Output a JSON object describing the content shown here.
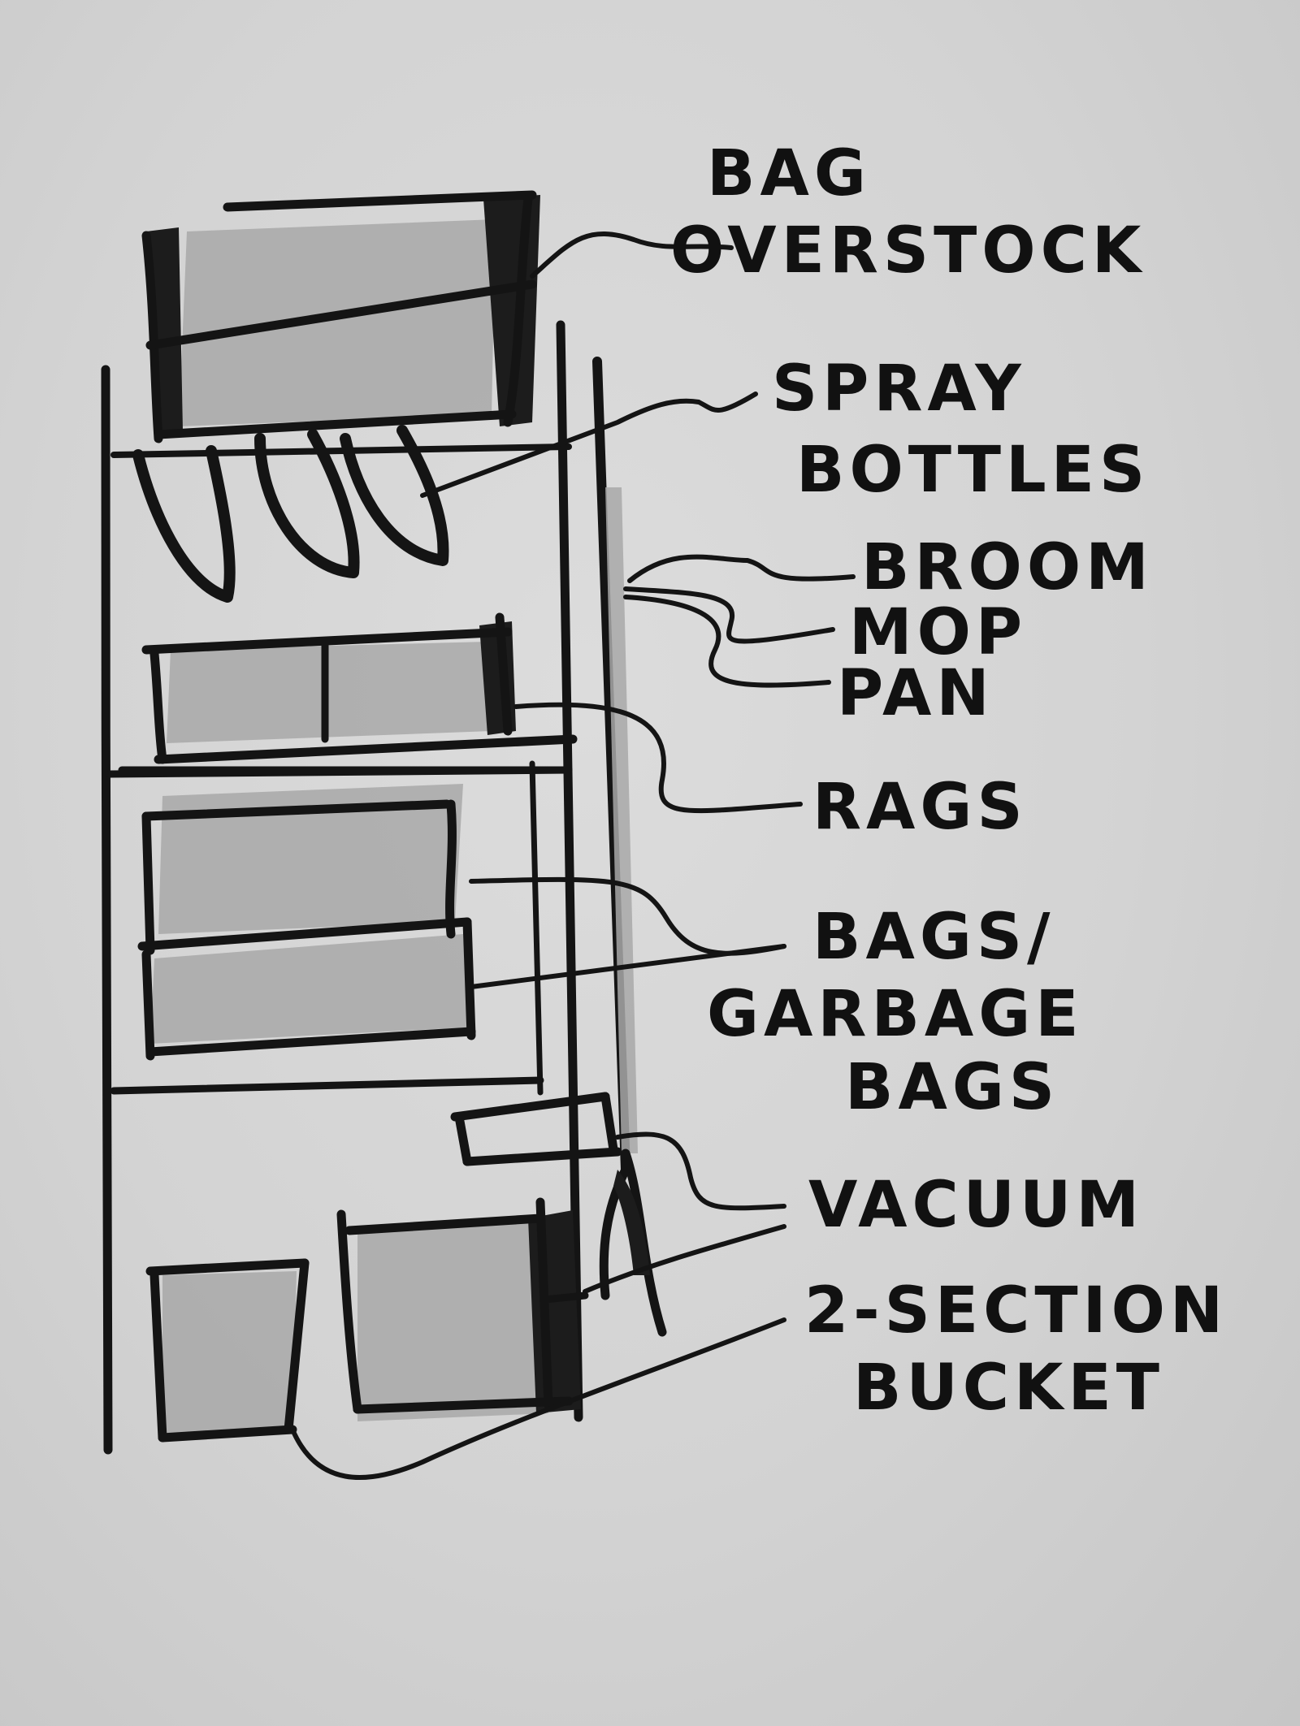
{
  "labels": {
    "bag_overstock": [
      "BAG",
      "OVERSTOCK"
    ],
    "spray_bottles": [
      "SPRAY",
      "BOTTLES"
    ],
    "broom": "BROOM",
    "mop": "MOP",
    "pan": "PAN",
    "rags": "RAGS",
    "bags_garbage_bags": [
      "BAGS/",
      "GARBAGE",
      "BAGS"
    ],
    "vacuum": "VACUUM",
    "two_section_bucket": [
      "2-SECTION",
      "BUCKET"
    ]
  },
  "colors": {
    "ink": "#141414",
    "paper": "#d6d6d6",
    "marker_shade": "#a8a8a8"
  }
}
